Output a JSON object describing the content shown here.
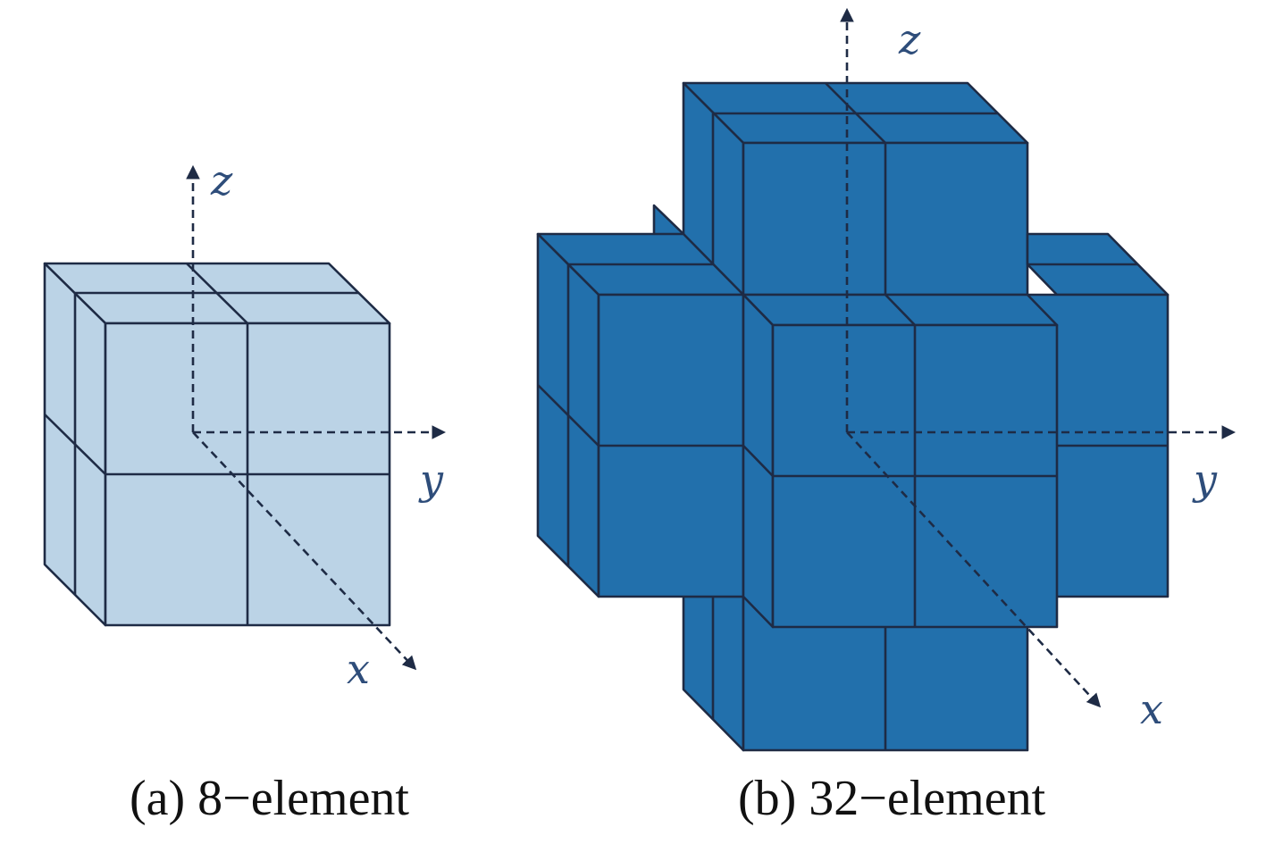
{
  "colors": {
    "light_fill": "#bbd3e6",
    "dark_fill": "#2270ac",
    "outline": "#1e2b45",
    "axis": "#1e2b45",
    "label": "#2e4d7a",
    "caption": "#111111"
  },
  "panel_a": {
    "axis_labels": {
      "x": "x",
      "y": "y",
      "z": "z"
    },
    "caption": "(a) 8−element"
  },
  "panel_b": {
    "axis_labels": {
      "x": "x",
      "y": "y",
      "z": "z"
    },
    "caption": "(b) 32−element"
  }
}
